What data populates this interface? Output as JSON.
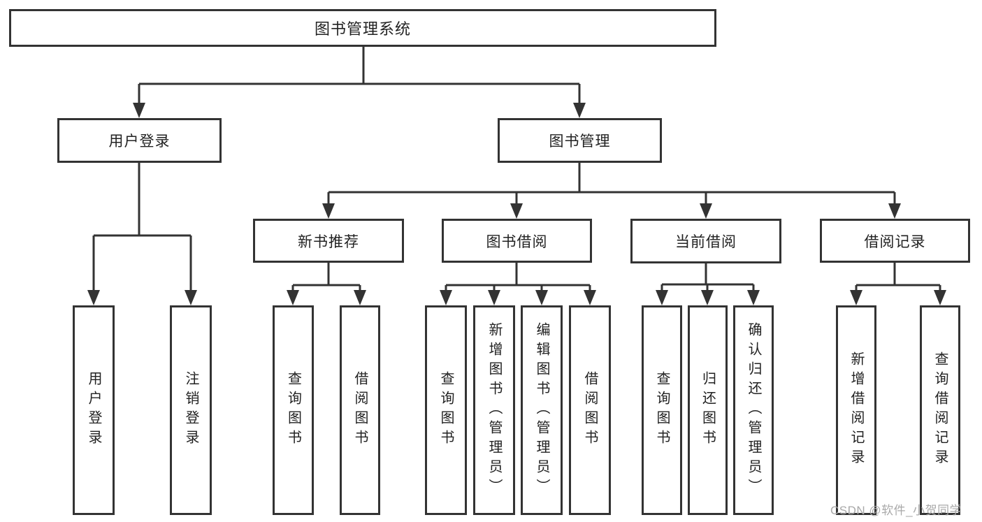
{
  "watermark": "CSDN @软件_小贺同学",
  "colors": {
    "line": "#333333",
    "text": "#222222",
    "watermark_gray": "#a9a9a9",
    "background": "#ffffff"
  },
  "diagram": {
    "root": {
      "label": "图书管理系统"
    },
    "level1": {
      "user_login": {
        "label": "用户登录"
      },
      "book_mgmt": {
        "label": "图书管理"
      }
    },
    "level2": {
      "new_book_rec": {
        "label": "新书推荐"
      },
      "book_borrow": {
        "label": "图书借阅"
      },
      "current_borrow": {
        "label": "当前借阅"
      },
      "borrow_record": {
        "label": "借阅记录"
      }
    },
    "leaves": {
      "user_login": {
        "label": "用户登录"
      },
      "logout": {
        "label": "注销登录"
      },
      "rec_query_books": {
        "label": "查询图书"
      },
      "rec_borrow_books": {
        "label": "借阅图书"
      },
      "bb_query_books": {
        "label": "查询图书"
      },
      "bb_add_books": {
        "label": "新增图书（管理员）"
      },
      "bb_edit_books": {
        "label": "编辑图书（管理员）"
      },
      "bb_borrow_books": {
        "label": "借阅图书"
      },
      "cb_query_books": {
        "label": "查询图书"
      },
      "cb_return_books": {
        "label": "归还图书"
      },
      "cb_confirm_return": {
        "label": "确认归还（管理员）"
      },
      "br_add_record": {
        "label": "新增借阅记录"
      },
      "br_query_record": {
        "label": "查询借阅记录"
      }
    }
  }
}
